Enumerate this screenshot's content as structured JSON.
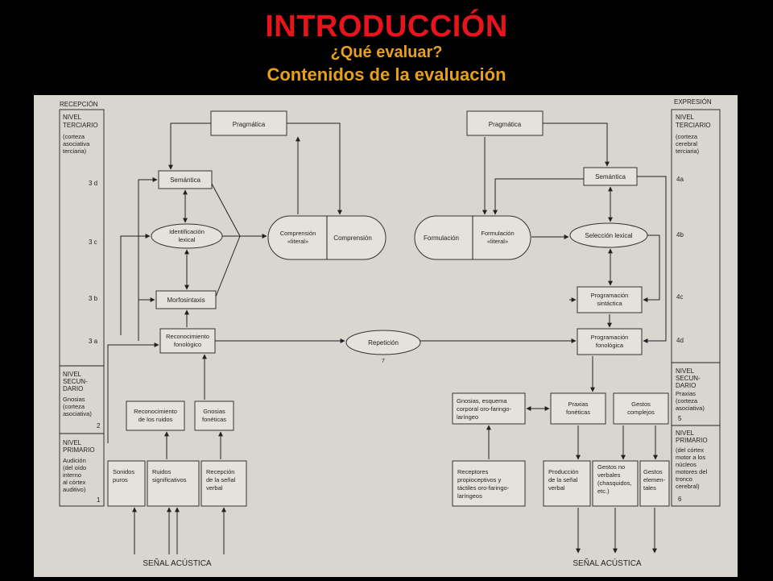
{
  "header": {
    "title": "INTRODUCCIÓN",
    "question": "¿Qué evaluar?",
    "subtitle": "Contenidos de la evaluación"
  },
  "colors": {
    "title": "#e8141c",
    "subtitle": "#e6a11c",
    "background": "#000000",
    "diagram_bg": "#d9d6cf"
  },
  "diagram": {
    "reception_header": "RECEPCIÓN",
    "expression_header": "EXPRESIÓN",
    "left_levels": {
      "tertiary": [
        "NIVEL",
        "TERCIARIO",
        "(corteza",
        "asociativa",
        "terciaria)"
      ],
      "secondary": [
        "NIVEL",
        "SECUN-",
        "DARIO",
        "Gnosias",
        "(corteza",
        "asociativa)"
      ],
      "secondary_num": "2",
      "primary": [
        "NIVEL",
        "PRIMARIO",
        "Audición",
        "(del oído",
        "interno",
        "al córtex",
        "auditivo)"
      ],
      "primary_num": "1",
      "sub": [
        "3 d",
        "3 c",
        "3 b",
        "3 a"
      ]
    },
    "right_levels": {
      "tertiary": [
        "NIVEL",
        "TERCIARIO",
        "(corteza",
        "cerebral",
        "terciaria)"
      ],
      "secondary": [
        "NIVEL",
        "SECUN-",
        "DARIO",
        "Praxias",
        "(corteza",
        "asociativa)"
      ],
      "secondary_num": "5",
      "primary": [
        "NIVEL",
        "PRIMARIO",
        "(del córtex",
        "motor a los",
        "núcleos",
        "motores del",
        "tronco",
        "cerebral)"
      ],
      "primary_num": "6",
      "sub": [
        "4a",
        "4b",
        "4c",
        "4d"
      ]
    },
    "left": {
      "pragmatica": "Pragmática",
      "semantica": "Semántica",
      "identificacion": [
        "Identificación",
        "lexical"
      ],
      "morfosintaxis": "Morfosintaxis",
      "reconocimiento": [
        "Reconocimiento",
        "fonológico"
      ],
      "comprension_literal": [
        "Comprensión",
        "«literal»"
      ],
      "comprension": "Comprensión",
      "reconocimiento_ruidos": [
        "Reconocimiento",
        "de los ruidos"
      ],
      "gnosias_foneticas": [
        "Gnosias",
        "fonéticas"
      ],
      "sonidos_puros": [
        "Sonidos",
        "puros"
      ],
      "ruidos_significativos": [
        "Ruidos",
        "significativos"
      ],
      "recepcion_senal": [
        "Recepción",
        "de la señal",
        "verbal"
      ],
      "senal_acustica": "SEÑAL ACÚSTICA"
    },
    "center": {
      "repeticion": "Repetición",
      "repeticion_num": "7"
    },
    "right": {
      "pragmatica": "Pragmática",
      "semantica": "Semántica",
      "formulacion": "Formulación",
      "formulacion_literal": [
        "Formulación",
        "«literal»"
      ],
      "seleccion_lexical": "Selección lexical",
      "programacion_sintactica": [
        "Programación",
        "sintáctica"
      ],
      "programacion_fonologica": [
        "Programación",
        "fonológica"
      ],
      "gnosias_esquema": [
        "Gnosias, esquema",
        "corporal oro-faringo-",
        "laríngeo"
      ],
      "praxias_foneticas": [
        "Praxias",
        "fonéticas"
      ],
      "gestos_complejos": [
        "Gestos",
        "complejos"
      ],
      "receptores": [
        "Receptores",
        "propioceptivos y",
        "táctiles oro-faringo-",
        "laríngeos"
      ],
      "produccion_senal": [
        "Producción",
        "de la señal",
        "verbal"
      ],
      "gestos_no_verbales": [
        "Gestos no",
        "verbales",
        "(chasquidos,",
        "etc.)"
      ],
      "gestos_elementales": [
        "Gestos",
        "elemen-",
        "tales"
      ],
      "senal_acustica": "SEÑAL ACÚSTICA"
    }
  }
}
